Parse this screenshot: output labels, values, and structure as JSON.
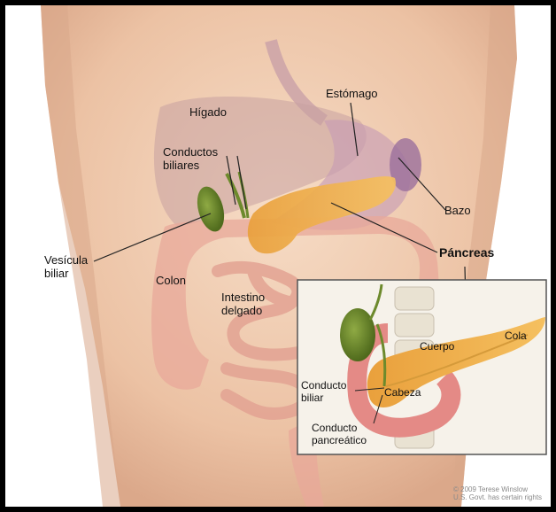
{
  "labels": {
    "higado": "Hígado",
    "estomago": "Estómago",
    "conductos_biliares_1": "Conductos",
    "conductos_biliares_2": "biliares",
    "bazo": "Bazo",
    "vesicula_1": "Vesícula",
    "vesicula_2": "biliar",
    "pancreas": "Páncreas",
    "colon": "Colon",
    "intestino_1": "Intestino",
    "intestino_2": "delgado"
  },
  "inset": {
    "cuerpo": "Cuerpo",
    "cola": "Cola",
    "conducto_biliar_1": "Conducto",
    "conducto_biliar_2": "biliar",
    "cabeza": "Cabeza",
    "conducto_pancreatico_1": "Conducto",
    "conducto_pancreatico_2": "pancreático"
  },
  "credit": {
    "line1": "© 2009 Terese Winslow",
    "line2": "U.S. Govt. has certain rights"
  },
  "colors": {
    "skin": "#efc9ad",
    "skin_shadow": "#d9a88a",
    "pancreas": "#f0b24a",
    "intestine": "#e8a89a",
    "liver": "#c7a0a0",
    "gallbladder": "#6d8a2c",
    "stomach": "#c79db4",
    "spleen": "#9b6f9c",
    "inset_border": "#555555"
  }
}
